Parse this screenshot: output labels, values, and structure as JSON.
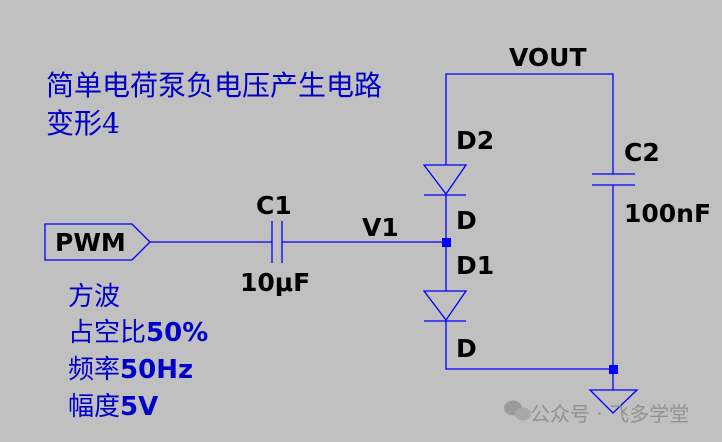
{
  "title_lines": [
    "简单电荷泵负电压产生电路",
    "变形4"
  ],
  "title_emphasis": "4",
  "source": {
    "port_label": "PWM",
    "notes": [
      {
        "text": "方波",
        "value": ""
      },
      {
        "text": "占空比",
        "value": "50%"
      },
      {
        "text": "频率",
        "value": "50Hz"
      },
      {
        "text": "幅度",
        "value": "5V"
      }
    ]
  },
  "components": {
    "c1": {
      "name": "C1",
      "value": "10μF"
    },
    "c2": {
      "name": "C2",
      "value": "100nF"
    },
    "d1": {
      "name": "D1",
      "value": "D"
    },
    "d2": {
      "name": "D2",
      "value": "D"
    }
  },
  "nets": {
    "v1": "V1",
    "vout": "VOUT"
  },
  "watermark": "公众号 · 飞多学堂",
  "colors": {
    "background": "#c0c0c0",
    "wire": "#0000ff",
    "note_text": "#0000c8",
    "label_text": "#000000"
  }
}
